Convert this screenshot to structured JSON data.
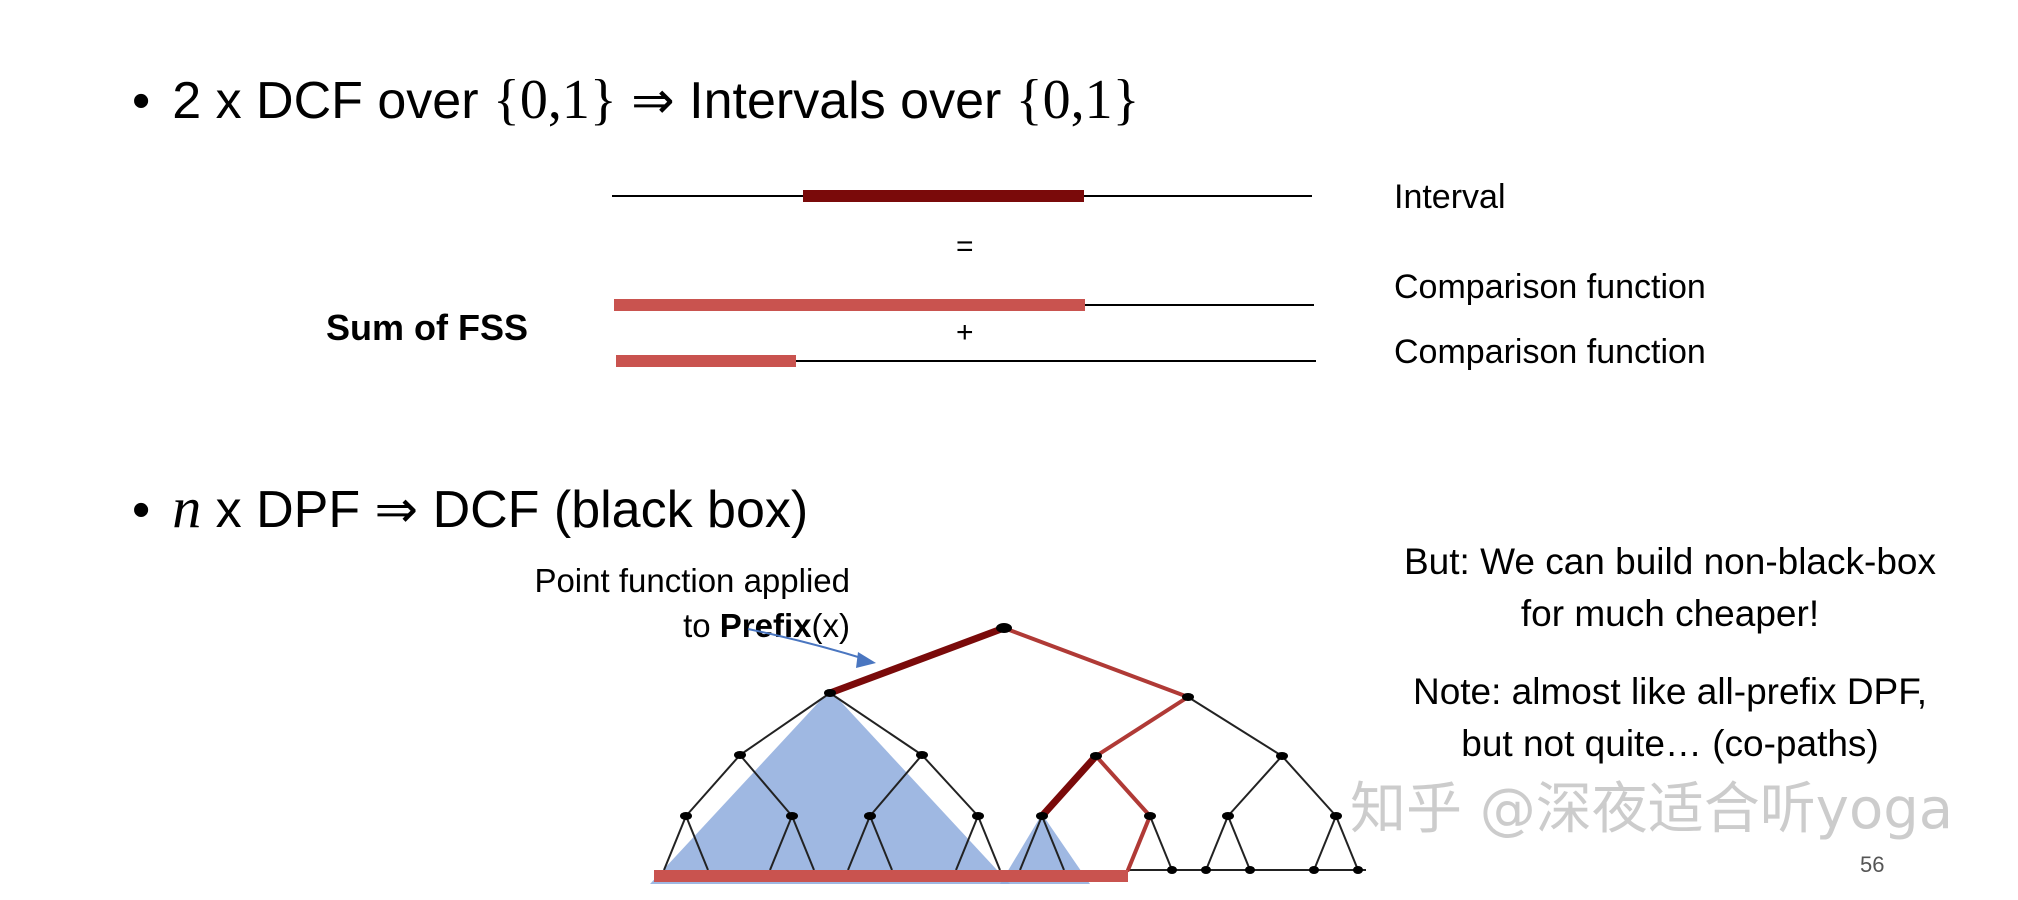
{
  "bullet1": {
    "marker": "•",
    "prefix": "2 x DCF over ",
    "set_a": "{0,1}",
    "arrow": " ⇒ Intervals over ",
    "set_b": "{0,1}"
  },
  "bullet2": {
    "marker": "•",
    "var": "n",
    "text": " x DPF ⇒ DCF (black box)"
  },
  "interval_diagram": {
    "label_interval": "Interval",
    "op_equals": "=",
    "op_plus": "+",
    "label_comparison_1": "Comparison function",
    "label_comparison_2": "Comparison function",
    "label_sum": "Sum of FSS",
    "colors": {
      "interval": "#7a0a0a",
      "comparison": "#c9534f",
      "line": "#000000"
    }
  },
  "tree_diagram": {
    "annotation_line1": "Point function applied",
    "annotation_prefix": "to ",
    "annotation_bold": "Prefix",
    "annotation_suffix": "(x)",
    "colors": {
      "triangle": "#8aa8dc",
      "path": "#7a0a0a",
      "bar": "#c9534f",
      "arrow": "#4a76c0"
    }
  },
  "notes": {
    "note1_line1": "But: We can build non-black-box",
    "note1_line2": "for much cheaper!",
    "note2_line1": "Note: almost like all-prefix DPF,",
    "note2_line2": "but not quite… (co-paths)"
  },
  "watermark": "知乎 @深夜适合听yoga",
  "page_number": "56"
}
